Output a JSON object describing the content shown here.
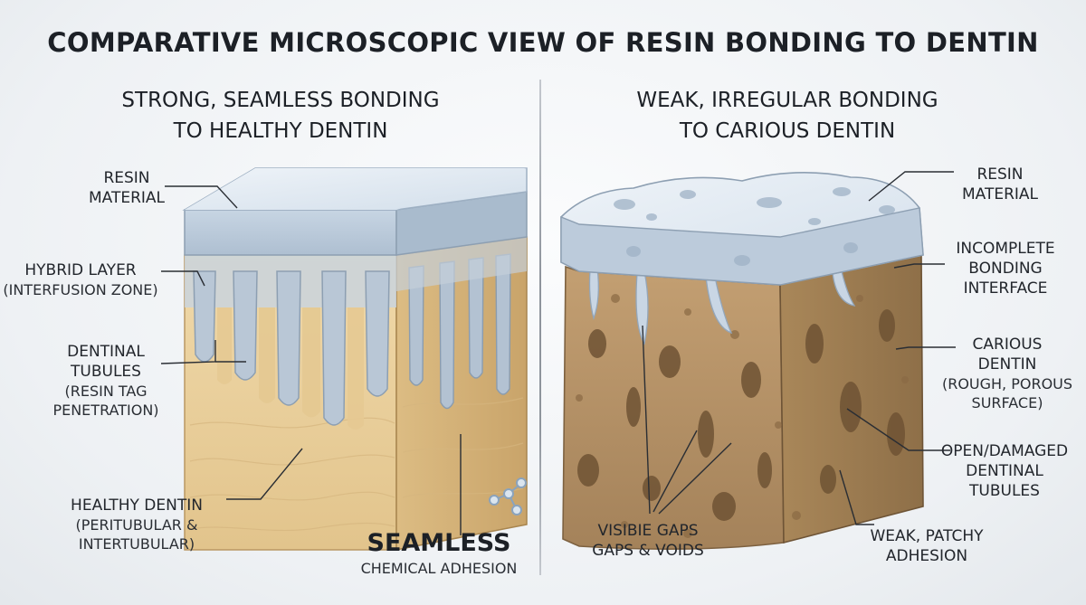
{
  "title": "COMPARATIVE MICROSCOPIC VIEW OF RESIN BONDING TO DENTIN",
  "left_panel": {
    "title_line1": "STRONG, SEAMLESS BONDING",
    "title_line2": "TO HEALTHY DENTIN",
    "labels": {
      "resin_1": "RESIN",
      "resin_2": "MATERIAL",
      "hybrid_1": "HYBRID LAYER",
      "hybrid_2": "(INTERFUSION ZONE)",
      "tubules_1": "DENTINAL",
      "tubules_2": "TUBULES",
      "tubules_3": "(RESIN TAG",
      "tubules_4": "PENETRATION)",
      "healthy_1": "HEALTHY DENTIN",
      "healthy_2": "(PERITUBULAR &",
      "healthy_3": "INTERTUBULAR)",
      "seamless_big": "SEAMLESS",
      "seamless_small": "CHEMICAL ADHESION"
    }
  },
  "right_panel": {
    "title_line1": "WEAK, IRREGULAR BONDING",
    "title_line2": "TO CARIOUS DENTIN",
    "labels": {
      "resin_1": "RESIN",
      "resin_2": "MATERIAL",
      "incomplete_1": "INCOMPLETE",
      "incomplete_2": "BONDING",
      "incomplete_3": "INTERFACE",
      "carious_1": "CARIOUS",
      "carious_2": "DENTIN",
      "carious_3": "(ROUGH, POROUS",
      "carious_4": "SURFACE)",
      "open_1": "OPEN/DAMAGED",
      "open_2": "DENTINAL",
      "open_3": "TUBULES",
      "gaps_1": "VISIBIE GAPS",
      "gaps_2": "GAPS & VOIDS",
      "weak_1": "WEAK, PATCHY",
      "weak_2": "ADHESION"
    }
  },
  "colors": {
    "resin": "#cdd9e6",
    "resin_top": "#e2eaf2",
    "healthy_dentin": "#ead1a0",
    "carious_dentin": "#b7956a",
    "leader": "#2a2e34"
  }
}
